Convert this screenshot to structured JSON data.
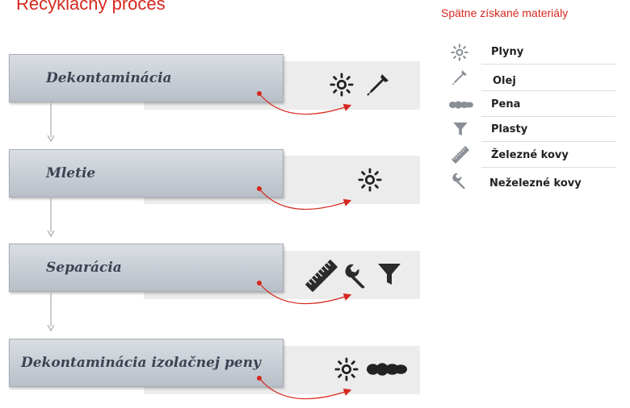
{
  "title": "Recyklačný proces",
  "steps": [
    {
      "label": "Dekontaminácia",
      "icons": [
        "gas-icon",
        "oil-dropper-icon"
      ]
    },
    {
      "label": "Mletie",
      "icons": [
        "gas-icon"
      ]
    },
    {
      "label": "Separácia",
      "icons": [
        "ruler-icon",
        "wrench-icon",
        "funnel-icon"
      ]
    },
    {
      "label": "Dekontaminácia izolačnej peny",
      "icons": [
        "gas-icon",
        "foam-icon"
      ]
    }
  ],
  "legend": {
    "title": "Spätne získané materiály",
    "items": [
      {
        "label": "Plyny",
        "icon": "gas-icon"
      },
      {
        "label": "Olej",
        "icon": "oil-dropper-icon"
      },
      {
        "label": "Pena",
        "icon": "foam-icon"
      },
      {
        "label": "Plasty",
        "icon": "funnel-icon"
      },
      {
        "label": "Železné kovy",
        "icon": "ruler-icon"
      },
      {
        "label": "Neželezné kovy",
        "icon": "wrench-icon"
      }
    ]
  },
  "colors": {
    "accent": "#d6281f",
    "box": "#c4c9d1",
    "label": "#3c4251"
  }
}
